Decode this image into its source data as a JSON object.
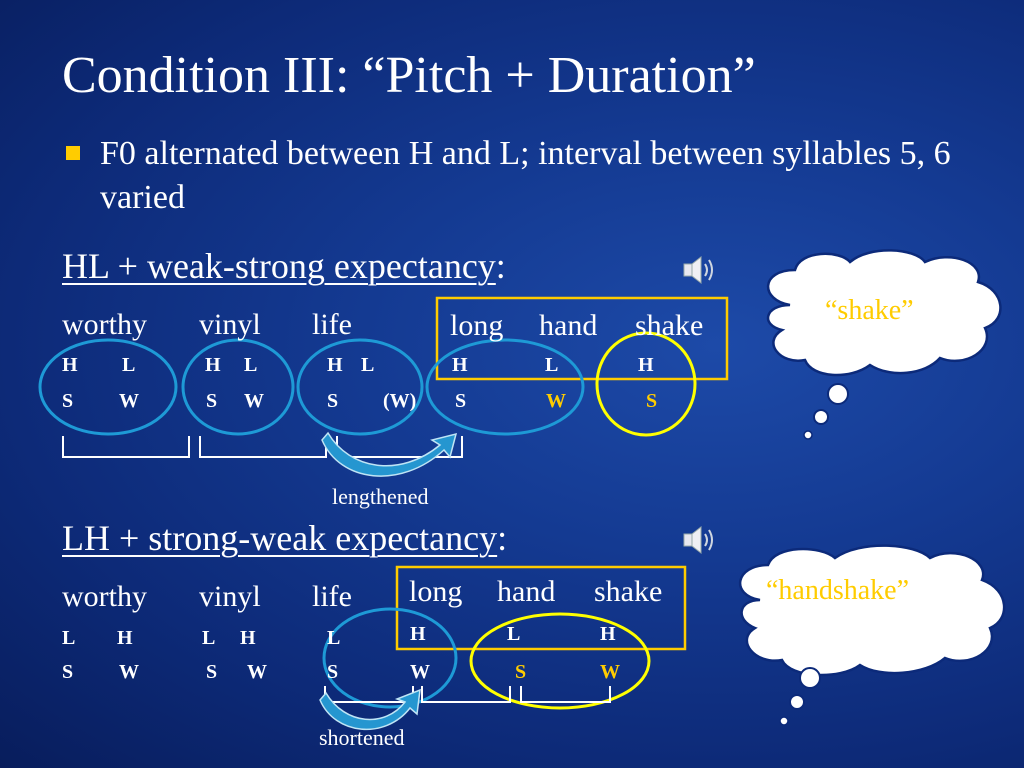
{
  "slide": {
    "title": "Condition III: “Pitch + Duration”",
    "bullet": "F0 alternated between H and L; interval between syllables 5, 6 varied",
    "colors": {
      "accent": "#ffcc00",
      "circle": "#1e9ad6",
      "highlight": "#ffff00",
      "text": "#ffffff"
    }
  },
  "hl": {
    "heading": "HL + weak-strong expectancy",
    "colon": ":",
    "words": [
      "worthy",
      "vinyl",
      "life"
    ],
    "pitch": [
      "H",
      "L",
      "H",
      "L",
      "H",
      "L"
    ],
    "stress": [
      "S",
      "W",
      "S",
      "W",
      "S",
      "(W)"
    ],
    "boxed_words": [
      "long",
      "hand",
      "shake"
    ],
    "boxed_pitch": [
      "H",
      "L",
      "H"
    ],
    "boxed_stress": [
      "S",
      "W",
      "S"
    ],
    "annotation": "lengthened",
    "thought": "“shake”",
    "icon": "speaker-icon"
  },
  "lh": {
    "heading": "LH + strong-weak expectancy",
    "colon": ":",
    "words": [
      "worthy",
      "vinyl",
      "life"
    ],
    "pitch": [
      "L",
      "H",
      "L",
      "H",
      "L"
    ],
    "stress": [
      "S",
      "W",
      "S",
      "W",
      "S"
    ],
    "boxed_words": [
      "long",
      "hand",
      "shake"
    ],
    "boxed_pitch": [
      "H",
      "L",
      "H"
    ],
    "boxed_stress": [
      "W",
      "S",
      "W"
    ],
    "annotation": "shortened",
    "thought": "“handshake”",
    "icon": "speaker-icon"
  }
}
